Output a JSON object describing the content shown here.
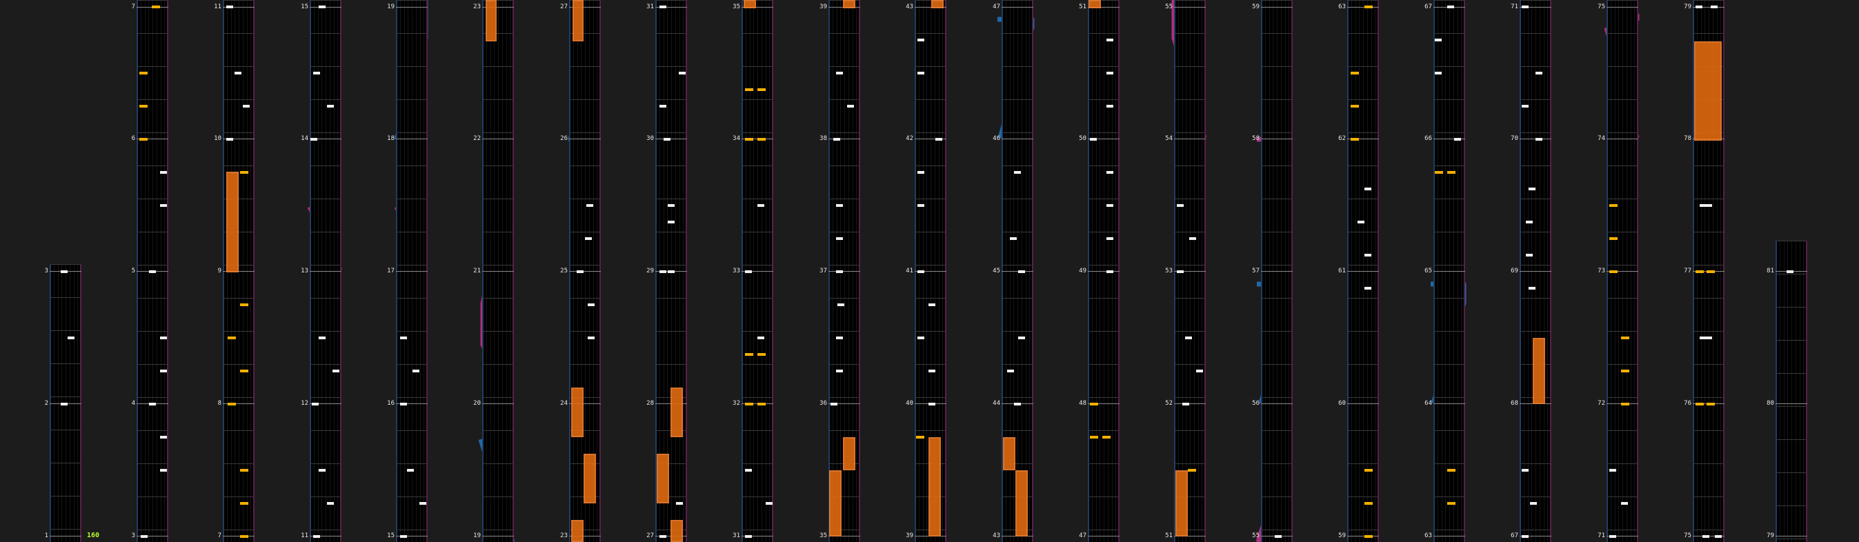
{
  "bpm_label": "160",
  "colors": {
    "background": "#1c1c1c",
    "lane": "#000000",
    "hold": "#e06a10",
    "tap": "#f0f0f0",
    "tap_yellow": "#f5b000",
    "slide_blue": "#1f6aa8",
    "slide_pink": "#b0307e",
    "rail_left": "#1f3d66",
    "rail_right": "#5a1f4a",
    "bpm_text": "#b8ff2e"
  },
  "measures": [
    {
      "label": "1"
    },
    {
      "label": "2"
    },
    {
      "label": "3"
    },
    {
      "label": "3"
    },
    {
      "label": "4"
    },
    {
      "label": "5"
    },
    {
      "label": "6"
    },
    {
      "label": "7"
    },
    {
      "label": "7"
    },
    {
      "label": "8"
    },
    {
      "label": "9"
    },
    {
      "label": "10"
    },
    {
      "label": "11"
    },
    {
      "label": "11"
    },
    {
      "label": "12"
    },
    {
      "label": "13"
    },
    {
      "label": "14"
    },
    {
      "label": "15"
    },
    {
      "label": "15"
    },
    {
      "label": "16"
    },
    {
      "label": "17"
    },
    {
      "label": "18"
    },
    {
      "label": "19"
    },
    {
      "label": "19"
    },
    {
      "label": "20"
    },
    {
      "label": "21"
    },
    {
      "label": "22"
    },
    {
      "label": "23"
    },
    {
      "label": "23"
    },
    {
      "label": "24"
    },
    {
      "label": "25"
    },
    {
      "label": "26"
    },
    {
      "label": "27"
    },
    {
      "label": "27"
    },
    {
      "label": "28"
    },
    {
      "label": "29"
    },
    {
      "label": "30"
    },
    {
      "label": "31"
    },
    {
      "label": "31"
    },
    {
      "label": "32"
    },
    {
      "label": "33"
    },
    {
      "label": "34"
    },
    {
      "label": "35"
    },
    {
      "label": "35"
    },
    {
      "label": "36"
    },
    {
      "label": "37"
    },
    {
      "label": "38"
    },
    {
      "label": "39"
    },
    {
      "label": "39"
    },
    {
      "label": "40"
    },
    {
      "label": "41"
    },
    {
      "label": "42"
    },
    {
      "label": "43"
    },
    {
      "label": "43"
    },
    {
      "label": "44"
    },
    {
      "label": "45"
    },
    {
      "label": "46"
    },
    {
      "label": "47"
    },
    {
      "label": "47"
    },
    {
      "label": "48"
    },
    {
      "label": "49"
    },
    {
      "label": "50"
    },
    {
      "label": "51"
    },
    {
      "label": "51"
    },
    {
      "label": "52"
    },
    {
      "label": "53"
    },
    {
      "label": "54"
    },
    {
      "label": "55"
    },
    {
      "label": "55"
    },
    {
      "label": "56"
    },
    {
      "label": "57"
    },
    {
      "label": "58"
    },
    {
      "label": "59"
    },
    {
      "label": "59"
    },
    {
      "label": "60"
    },
    {
      "label": "61"
    },
    {
      "label": "62"
    },
    {
      "label": "63"
    },
    {
      "label": "63"
    },
    {
      "label": "64"
    },
    {
      "label": "65"
    },
    {
      "label": "66"
    },
    {
      "label": "67"
    },
    {
      "label": "67"
    },
    {
      "label": "68"
    },
    {
      "label": "69"
    },
    {
      "label": "70"
    },
    {
      "label": "71"
    },
    {
      "label": "71"
    },
    {
      "label": "72"
    },
    {
      "label": "73"
    },
    {
      "label": "74"
    },
    {
      "label": "75"
    },
    {
      "label": "75"
    },
    {
      "label": "76"
    },
    {
      "label": "77"
    },
    {
      "label": "78"
    },
    {
      "label": "79"
    },
    {
      "label": "79"
    },
    {
      "label": "80"
    },
    {
      "label": "81"
    }
  ]
}
